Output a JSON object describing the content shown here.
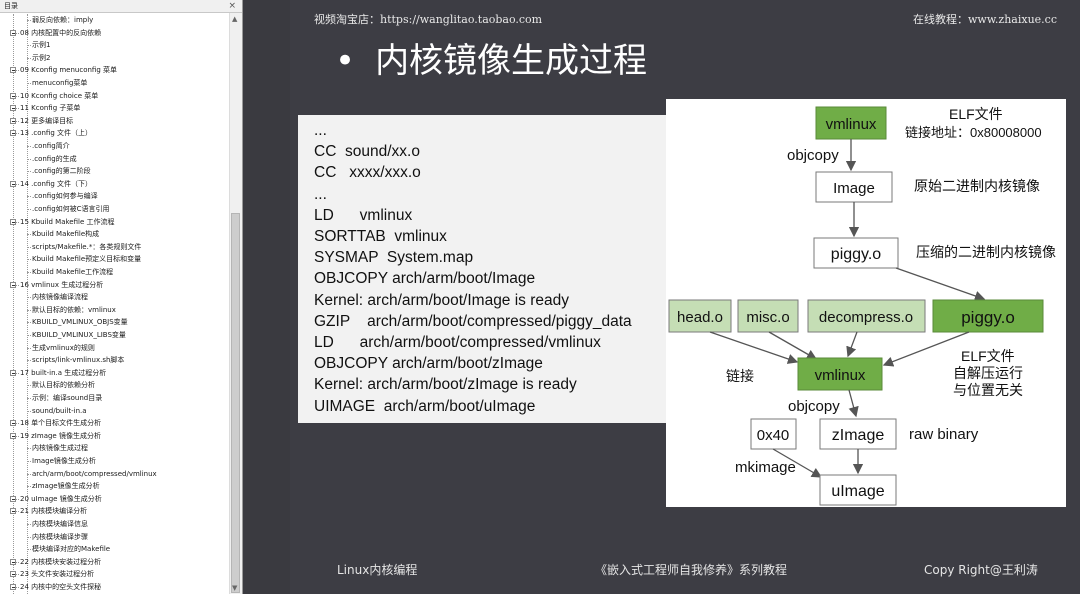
{
  "toc": {
    "title": "目录",
    "close_glyph": "×",
    "items": [
      {
        "level": 2,
        "text": "弱反向依赖：imply"
      },
      {
        "level": 1,
        "text": "08 内核配置中的反向依赖"
      },
      {
        "level": 2,
        "text": "示例1"
      },
      {
        "level": 2,
        "text": "示例2"
      },
      {
        "level": 1,
        "text": "09 Kconfig menuconfig 菜单"
      },
      {
        "level": 2,
        "text": "menuconfig菜单"
      },
      {
        "level": 1,
        "text": "10 Kconfig choice 菜单"
      },
      {
        "level": 1,
        "text": "11 Kconfig 子菜单"
      },
      {
        "level": 1,
        "text": "12 更多编译目标"
      },
      {
        "level": 1,
        "text": "13 .config 文件（上）"
      },
      {
        "level": 2,
        "text": ".config简介"
      },
      {
        "level": 2,
        "text": ".config的生成"
      },
      {
        "level": 2,
        "text": ".config的第二阶段"
      },
      {
        "level": 1,
        "text": "14 .config 文件（下）"
      },
      {
        "level": 2,
        "text": ".config如何参与编译"
      },
      {
        "level": 2,
        "text": ".config如何被C语言引用"
      },
      {
        "level": 1,
        "text": "15 Kbuild Makefile 工作流程"
      },
      {
        "level": 2,
        "text": "Kbuild Makefile构成"
      },
      {
        "level": 2,
        "text": "scripts/Makefile.*：各类规则文件"
      },
      {
        "level": 2,
        "text": "Kbuild Makefile预定义目标和变量"
      },
      {
        "level": 2,
        "text": "Kbuild Makefile工作流程"
      },
      {
        "level": 1,
        "text": "16 vmlinux 生成过程分析"
      },
      {
        "level": 2,
        "text": "内核镜像编译流程"
      },
      {
        "level": 2,
        "text": "默认目标的依赖：vmlinux"
      },
      {
        "level": 2,
        "text": "KBUILD_VMLINUX_OBJS变量"
      },
      {
        "level": 2,
        "text": "KBUILD_VMLINUX_LIBS变量"
      },
      {
        "level": 2,
        "text": "生成vmlinux的规则"
      },
      {
        "level": 2,
        "text": "scripts/link-vmlinux.sh脚本"
      },
      {
        "level": 1,
        "text": "17 built-in.a 生成过程分析"
      },
      {
        "level": 2,
        "text": "默认目标的依赖分析"
      },
      {
        "level": 2,
        "text": "示例：编译sound目录"
      },
      {
        "level": 2,
        "text": "sound/built-in.a"
      },
      {
        "level": 1,
        "text": "18 单个目标文件生成分析"
      },
      {
        "level": 1,
        "text": "19 zImage 镜像生成分析"
      },
      {
        "level": 2,
        "text": "内核镜像生成过程"
      },
      {
        "level": 2,
        "text": "Image镜像生成分析"
      },
      {
        "level": 2,
        "text": "arch/arm/boot/compressed/vmlinux"
      },
      {
        "level": 2,
        "text": "zImage镜像生成分析"
      },
      {
        "level": 1,
        "text": "20 uImage 镜像生成分析"
      },
      {
        "level": 1,
        "text": "21 内核模块编译分析"
      },
      {
        "level": 2,
        "text": "内核模块编译信息"
      },
      {
        "level": 2,
        "text": "内核模块编译步骤"
      },
      {
        "level": 2,
        "text": "模块编译对应的Makefile"
      },
      {
        "level": 1,
        "text": "22 内核模块安装过程分析"
      },
      {
        "level": 1,
        "text": "23 头文件安装过程分析"
      },
      {
        "level": 1,
        "text": "24 内核中的空头文件探秘"
      }
    ]
  },
  "slide": {
    "header_left": "视频淘宝店：https://wanglitao.taobao.com",
    "header_right": "在线教程：www.zhaixue.cc",
    "bullet": "•",
    "title": "内核镜像生成过程",
    "code_lines": [
      "...",
      "CC  sound/xx.o",
      "CC   xxxx/xxx.o",
      "...",
      "LD      vmlinux",
      "SORTTAB  vmlinux",
      "SYSMAP  System.map",
      "OBJCOPY arch/arm/boot/Image",
      "Kernel: arch/arm/boot/Image is ready",
      "GZIP    arch/arm/boot/compressed/piggy_data",
      "LD      arch/arm/boot/compressed/vmlinux",
      "OBJCOPY arch/arm/boot/zImage",
      "Kernel: arch/arm/boot/zImage is ready",
      "UIMAGE  arch/arm/boot/uImage"
    ],
    "diagram": {
      "vmlinux_top": "vmlinux",
      "elf_label": "ELF文件",
      "link_addr": "链接地址：0x80008000",
      "objcopy1": "objcopy",
      "image": "Image",
      "image_desc": "原始二进制内核镜像",
      "piggy_o": "piggy.o",
      "piggy_desc": "压缩的二进制内核镜像",
      "head_o": "head.o",
      "misc_o": "misc.o",
      "decompress_o": "decompress.o",
      "piggy_o2": "piggy.o",
      "link_label": "链接",
      "vmlinux_mid": "vmlinux",
      "elf2_line1": "ELF文件",
      "elf2_line2": "自解压运行",
      "elf2_line3": "与位置无关",
      "objcopy2": "objcopy",
      "hex": "0x40",
      "zimage": "zImage",
      "raw_binary": "raw  binary",
      "mkimage": "mkimage",
      "uimage": "uImage"
    },
    "footer_left": "Linux内核编程",
    "footer_center": "《嵌入式工程师自我修养》系列教程",
    "footer_right": "Copy Right@王利涛"
  },
  "colors": {
    "slide_bg": "#3d3d44",
    "box_dark_green": "#70ad47",
    "box_light_green": "#c5deb5",
    "box_border": "#7a7a7a"
  }
}
